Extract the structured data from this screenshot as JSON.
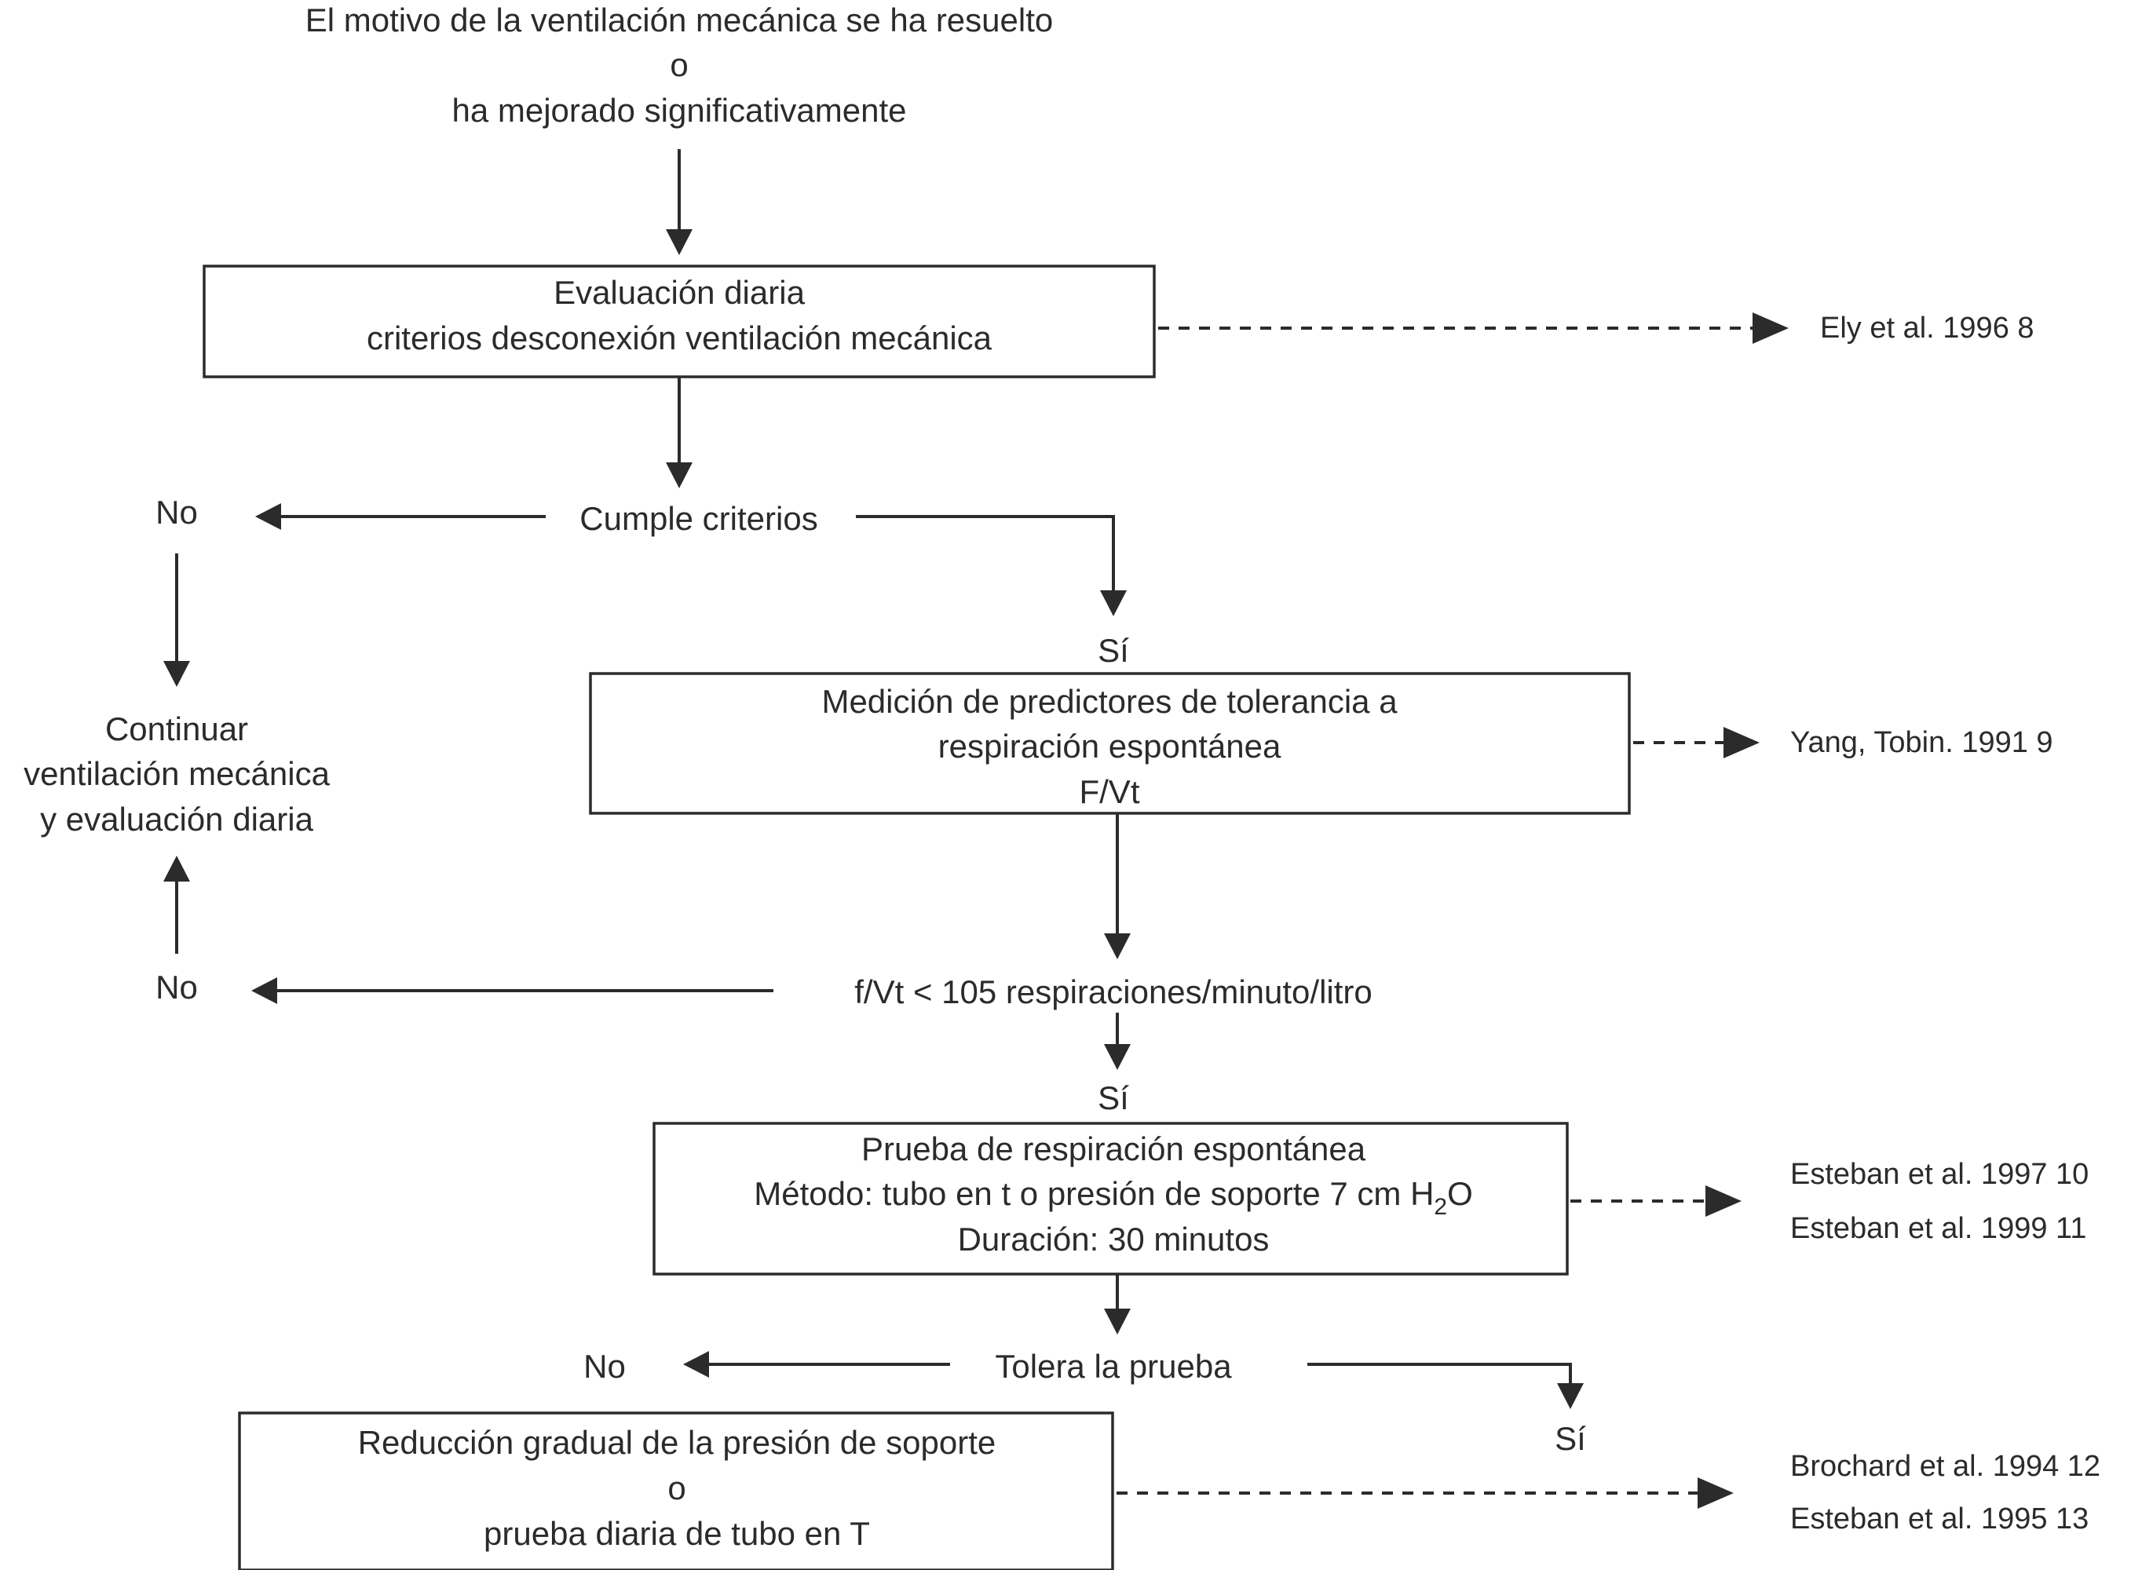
{
  "start": {
    "line1": "El motivo de la ventilación mecánica se ha resuelto",
    "line2": "o",
    "line3": "ha mejorado significativamente"
  },
  "eval_box": {
    "line1": "Evaluación diaria",
    "line2": "criterios desconexión ventilación mecánica"
  },
  "ref_ely": "Ely et al. 1996 8",
  "cumple": "Cumple criterios",
  "no_1": "No",
  "si_1": "Sí",
  "continuar": {
    "line1": "Continuar",
    "line2": "ventilación mecánica",
    "line3": "y evaluación diaria"
  },
  "medicion_box": {
    "line1": "Medición de predictores de tolerancia a",
    "line2": "respiración espontánea",
    "line3": "F/Vt"
  },
  "ref_yang": "Yang, Tobin. 1991 9",
  "fvt": "f/Vt < 105 respiraciones/minuto/litro",
  "no_2": "No",
  "si_2": "Sí",
  "prueba_box": {
    "line1": "Prueba de respiración espontánea",
    "line2_main": "Método: tubo en t o presión de soporte 7 cm H",
    "line2_sub": "2",
    "line2_end": "O",
    "line3": "Duración: 30 minutos"
  },
  "ref_esteban_1997": "Esteban et al. 1997 10",
  "ref_esteban_1999": "Esteban et al. 1999 11",
  "tolera": "Tolera la prueba",
  "no_3": "No",
  "si_3": "Sí",
  "reduccion_box": {
    "line1": "Reducción gradual de la presión de soporte",
    "line2": "o",
    "line3": "prueba diaria de tubo en T"
  },
  "ref_brochard": "Brochard et al. 1994 12",
  "ref_esteban_1995": "Esteban et al. 1995 13"
}
